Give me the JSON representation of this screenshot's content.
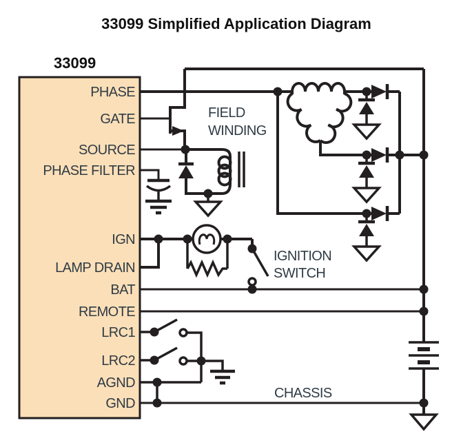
{
  "title": "33099 Simplified Application Diagram",
  "ic": {
    "label": "33099",
    "pins": [
      "PHASE",
      "GATE",
      "SOURCE",
      "PHASE FILTER",
      "IGN",
      "LAMP DRAIN",
      "BAT",
      "REMOTE",
      "LRC1",
      "LRC2",
      "AGND",
      "GND"
    ]
  },
  "annotations": {
    "field_winding": [
      "FIELD",
      "WINDING"
    ],
    "ignition_switch": [
      "IGNITION",
      "SWITCH"
    ],
    "chassis": "CHASSIS"
  },
  "colors": {
    "ic_fill": "#fbdfb8",
    "line": "#231f20",
    "label_text": "#2f3b45",
    "title_text": "#111111",
    "background": "#ffffff"
  }
}
